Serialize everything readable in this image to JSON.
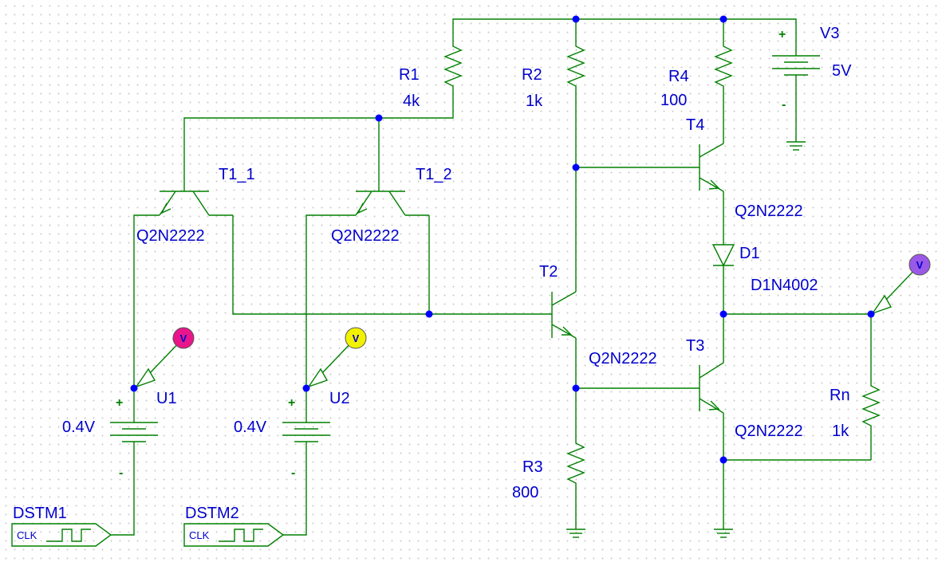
{
  "components": {
    "r1": {
      "ref": "R1",
      "value": "4k"
    },
    "r2": {
      "ref": "R2",
      "value": "1k"
    },
    "r3": {
      "ref": "R3",
      "value": "800"
    },
    "r4": {
      "ref": "R4",
      "value": "100"
    },
    "rn": {
      "ref": "Rn",
      "value": "1k"
    },
    "v3": {
      "ref": "V3",
      "value": "5V",
      "plus": "+",
      "minus": "-"
    },
    "u1": {
      "ref": "U1",
      "value": "0.4V",
      "plus": "+",
      "minus": "-"
    },
    "u2": {
      "ref": "U2",
      "value": "0.4V",
      "plus": "+",
      "minus": "-"
    },
    "t1_1": {
      "ref": "T1_1",
      "model": "Q2N2222"
    },
    "t1_2": {
      "ref": "T1_2",
      "model": "Q2N2222"
    },
    "t2": {
      "ref": "T2",
      "model": "Q2N2222"
    },
    "t3": {
      "ref": "T3",
      "model": "Q2N2222"
    },
    "t4": {
      "ref": "T4",
      "model": "Q2N2222"
    },
    "d1": {
      "ref": "D1",
      "model": "D1N4002"
    },
    "dstm1": {
      "ref": "DSTM1",
      "pin": "CLK"
    },
    "dstm2": {
      "ref": "DSTM2",
      "pin": "CLK"
    }
  },
  "probes": [
    {
      "id": "u1",
      "letter": "V",
      "color": "#e8168a"
    },
    {
      "id": "u2",
      "letter": "V",
      "color": "#f2f200"
    },
    {
      "id": "out",
      "letter": "V",
      "color": "#9b59e8"
    }
  ],
  "colors": {
    "wire": "#008000",
    "label": "#0000cc",
    "node": "#0000ff",
    "grid_dot": "#c8c8c8"
  }
}
